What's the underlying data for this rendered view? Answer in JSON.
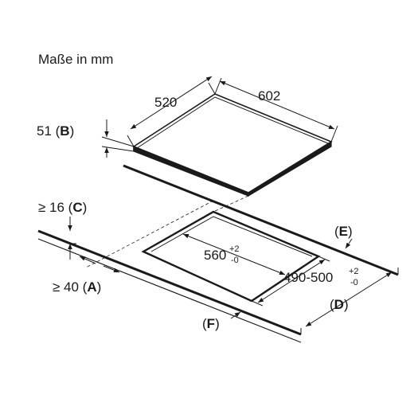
{
  "units_note": "Maße in mm",
  "hob": {
    "depth": "520",
    "width": "602",
    "height_prefix": "51 (",
    "height_letter": "B",
    "height_suffix": ")"
  },
  "cutout": {
    "width_base": "560",
    "width_tol_plus": "+2",
    "width_tol_minus": "-0",
    "depth_base": "490-500",
    "depth_tol_plus": "+2",
    "depth_tol_minus": "-0"
  },
  "labels": {
    "c_prefix": "≥ 16 (",
    "c_letter": "C",
    "c_suffix": ")",
    "a_prefix": "≥ 40 (",
    "a_letter": "A",
    "a_suffix": ")",
    "e_open": "(",
    "e_letter": "E",
    "e_close": ")",
    "d_open": "(",
    "d_letter": "D",
    "d_close": ")",
    "f_open": "(",
    "f_letter": "F",
    "f_close": ")"
  }
}
